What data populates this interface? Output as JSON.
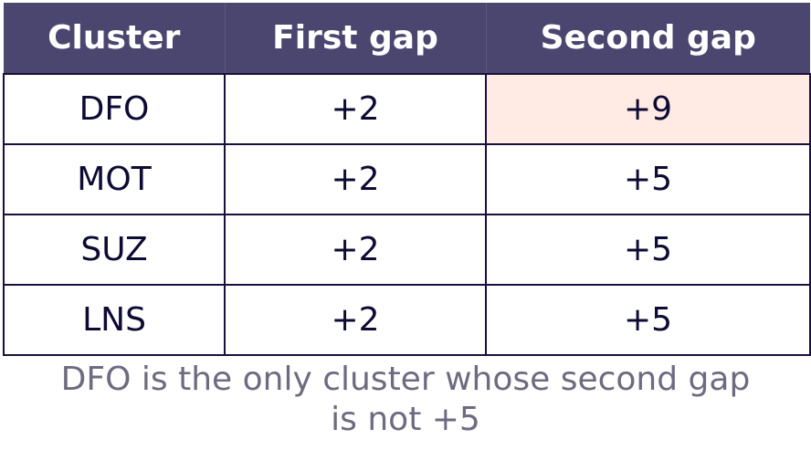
{
  "chart_data": {
    "type": "table",
    "columns": [
      "Cluster",
      "First gap",
      "Second gap"
    ],
    "rows": [
      {
        "cluster": "DFO",
        "first_gap": "+2",
        "second_gap": "+9",
        "highlight": true
      },
      {
        "cluster": "MOT",
        "first_gap": "+2",
        "second_gap": "+5",
        "highlight": false
      },
      {
        "cluster": "SUZ",
        "first_gap": "+2",
        "second_gap": "+5",
        "highlight": false
      },
      {
        "cluster": "LNS",
        "first_gap": "+2",
        "second_gap": "+5",
        "highlight": false
      }
    ],
    "caption": [
      "DFO is the only cluster whose second gap",
      "is not +5"
    ]
  },
  "colors": {
    "header_bg": "#4b4670",
    "header_text": "#ffffff",
    "highlight_bg": "#ffebe4",
    "border": "#1a0f3d",
    "caption_text": "#6e6a80"
  }
}
